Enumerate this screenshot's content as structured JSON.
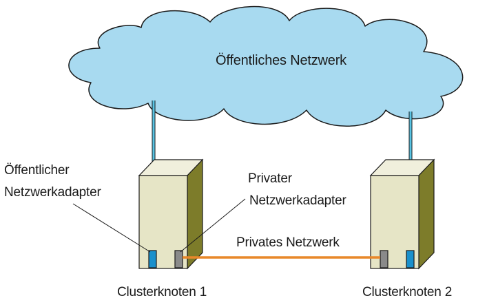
{
  "diagram": {
    "cloud_label": "Öffentliches Netzwerk",
    "public_adapter_label": [
      "Öffentlicher",
      "Netzwerkadapter"
    ],
    "private_adapter_label": [
      "Privater",
      "Netzwerkadapter"
    ],
    "private_network_label": "Privates Netzwerk",
    "nodes": [
      "Clusterknoten 1",
      "Clusterknoten 2"
    ]
  },
  "colors": {
    "cloud_fill": "#a8daf0",
    "cloud_stroke": "#1a1a1a",
    "public_cable": "#58c4e4",
    "public_port": "#1a90cc",
    "private_port": "#8a8a8a",
    "private_cable": "#e8882a",
    "node_front": "#e6e5c6",
    "node_top": "#f0efdc",
    "node_side": "#7d7c2a"
  }
}
